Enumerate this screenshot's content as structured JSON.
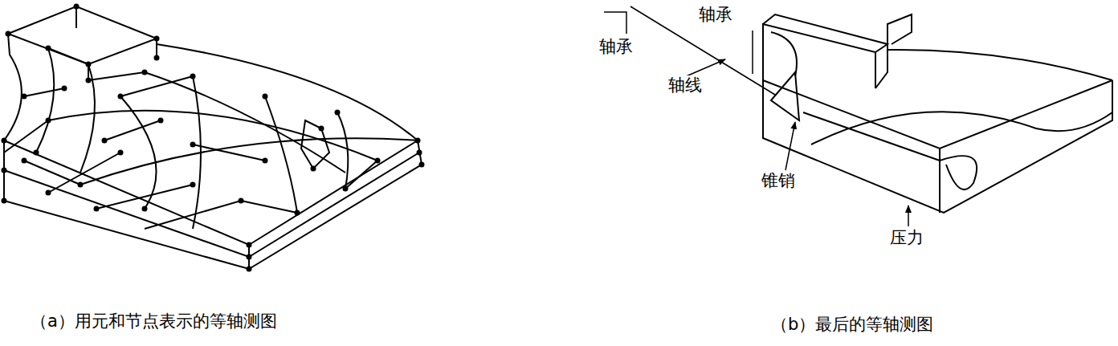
{
  "diagram": {
    "labels": [
      "轴承",
      "轴线",
      "轴承",
      "锥销",
      "压力",
      "（a）用元和节点表示的等轴测图",
      "（b）最后的等轴测图"
    ]
  }
}
